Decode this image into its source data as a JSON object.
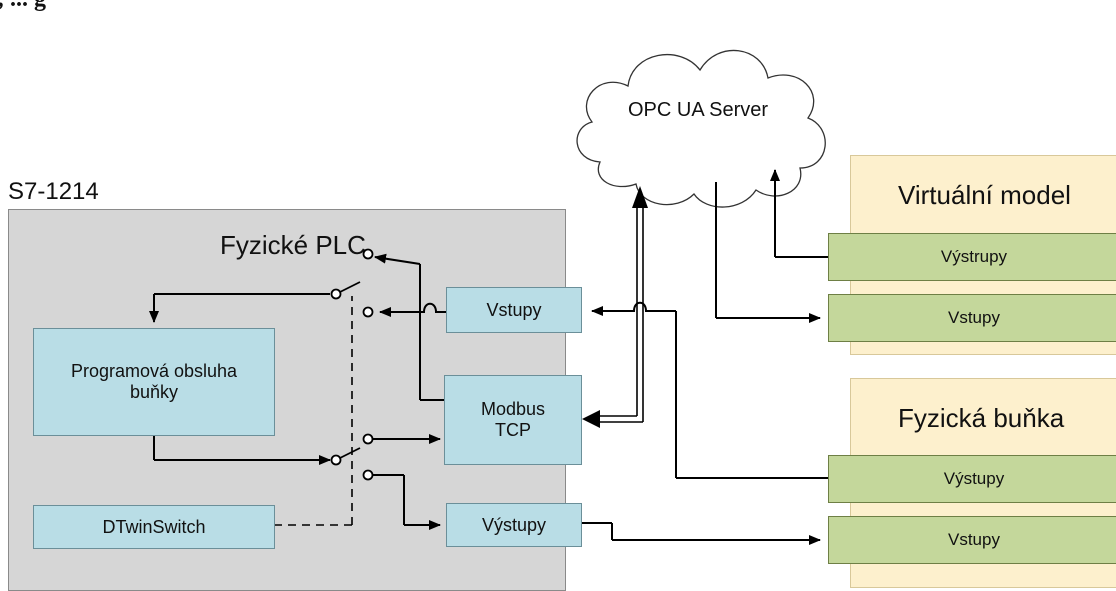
{
  "top_clip": "„ ... g",
  "plc": {
    "model": "S7-1214",
    "title": "Fyzické PLC"
  },
  "blocks": {
    "program": "Programová obsluha buňky",
    "dtwin": "DTwinSwitch",
    "plc_inputs": "Vstupy",
    "modbus": "Modbus TCP",
    "plc_outputs": "Výstupy"
  },
  "cloud": {
    "label": "OPC UA Server"
  },
  "virtual": {
    "title": "Virtuální model",
    "outputs": "Výstrupy",
    "inputs": "Vstupy"
  },
  "physical": {
    "title": "Fyzická buňka",
    "outputs": "Výstupy",
    "inputs": "Vstupy"
  },
  "colors": {
    "plc_bg": "#d6d6d6",
    "block_blue": "#b9dde6",
    "panel_yellow": "#fdf0cd",
    "block_green": "#c4d79b"
  }
}
